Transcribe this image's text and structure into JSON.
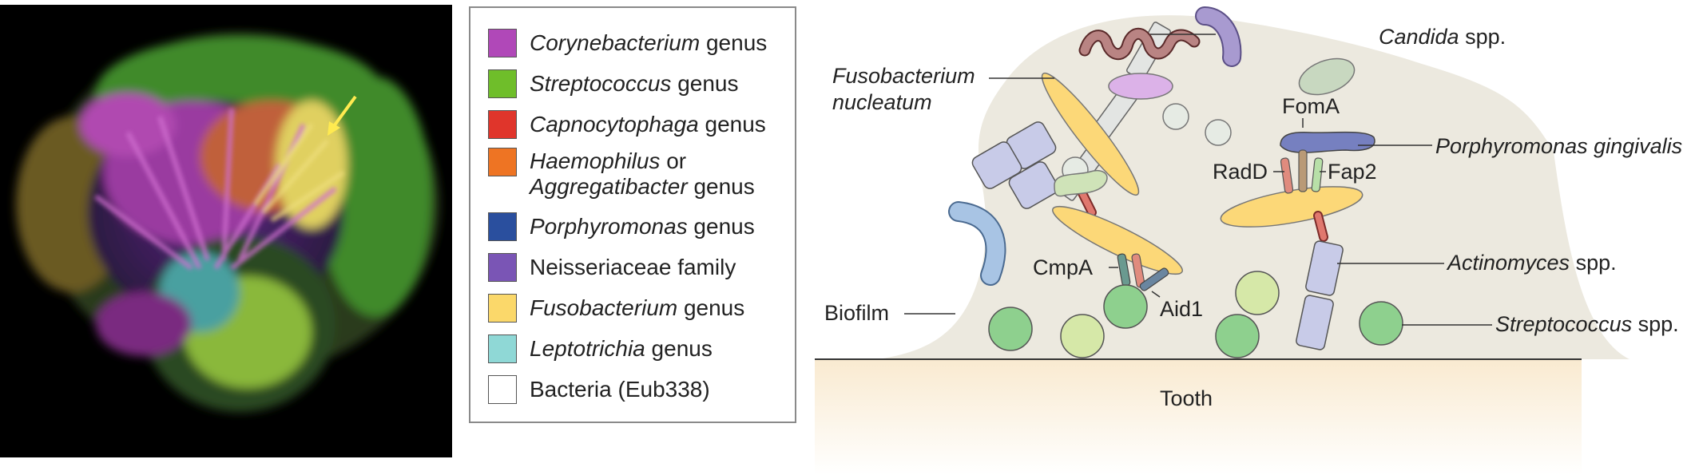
{
  "legend": {
    "items": [
      {
        "name": "Corynebacterium",
        "suffix": " genus",
        "color": "#b048b8"
      },
      {
        "name": "Streptococcus",
        "suffix": " genus",
        "color": "#6fbe2a"
      },
      {
        "name": "Capnocytophaga",
        "suffix": " genus",
        "color": "#e0352b"
      },
      {
        "name": "Haemophilus",
        "suffix": " or",
        "line2_name": "Aggregatibacter",
        "line2_suffix": " genus",
        "color": "#ee7423"
      },
      {
        "name": "Porphyromonas",
        "suffix": " genus",
        "color": "#2a4f9e"
      },
      {
        "name": "",
        "suffix": "Neisseriaceae family",
        "color": "#7a55b5"
      },
      {
        "name": "Fusobacterium",
        "suffix": " genus",
        "color": "#fbd86a"
      },
      {
        "name": "Leptotrichia",
        "suffix": " genus",
        "color": "#8fd8d6"
      },
      {
        "name": "",
        "suffix": "Bacteria (Eub338)",
        "color": "#ffffff"
      }
    ]
  },
  "diagram": {
    "labels": {
      "candida": "Candida",
      "candida_suffix": " spp.",
      "fuso_line1": "Fusobacterium",
      "fuso_line2": "nucleatum",
      "fomA": "FomA",
      "porphyromonas": "Porphyromonas gingivalis",
      "radD": "RadD",
      "fap2": "Fap2",
      "cmpA": "CmpA",
      "aid1": "Aid1",
      "actinomyces": "Actinomyces",
      "actinomyces_suffix": " spp.",
      "biofilm": "Biofilm",
      "streptococcus": "Streptococcus",
      "streptococcus_suffix": " spp.",
      "tooth": "Tooth"
    }
  }
}
